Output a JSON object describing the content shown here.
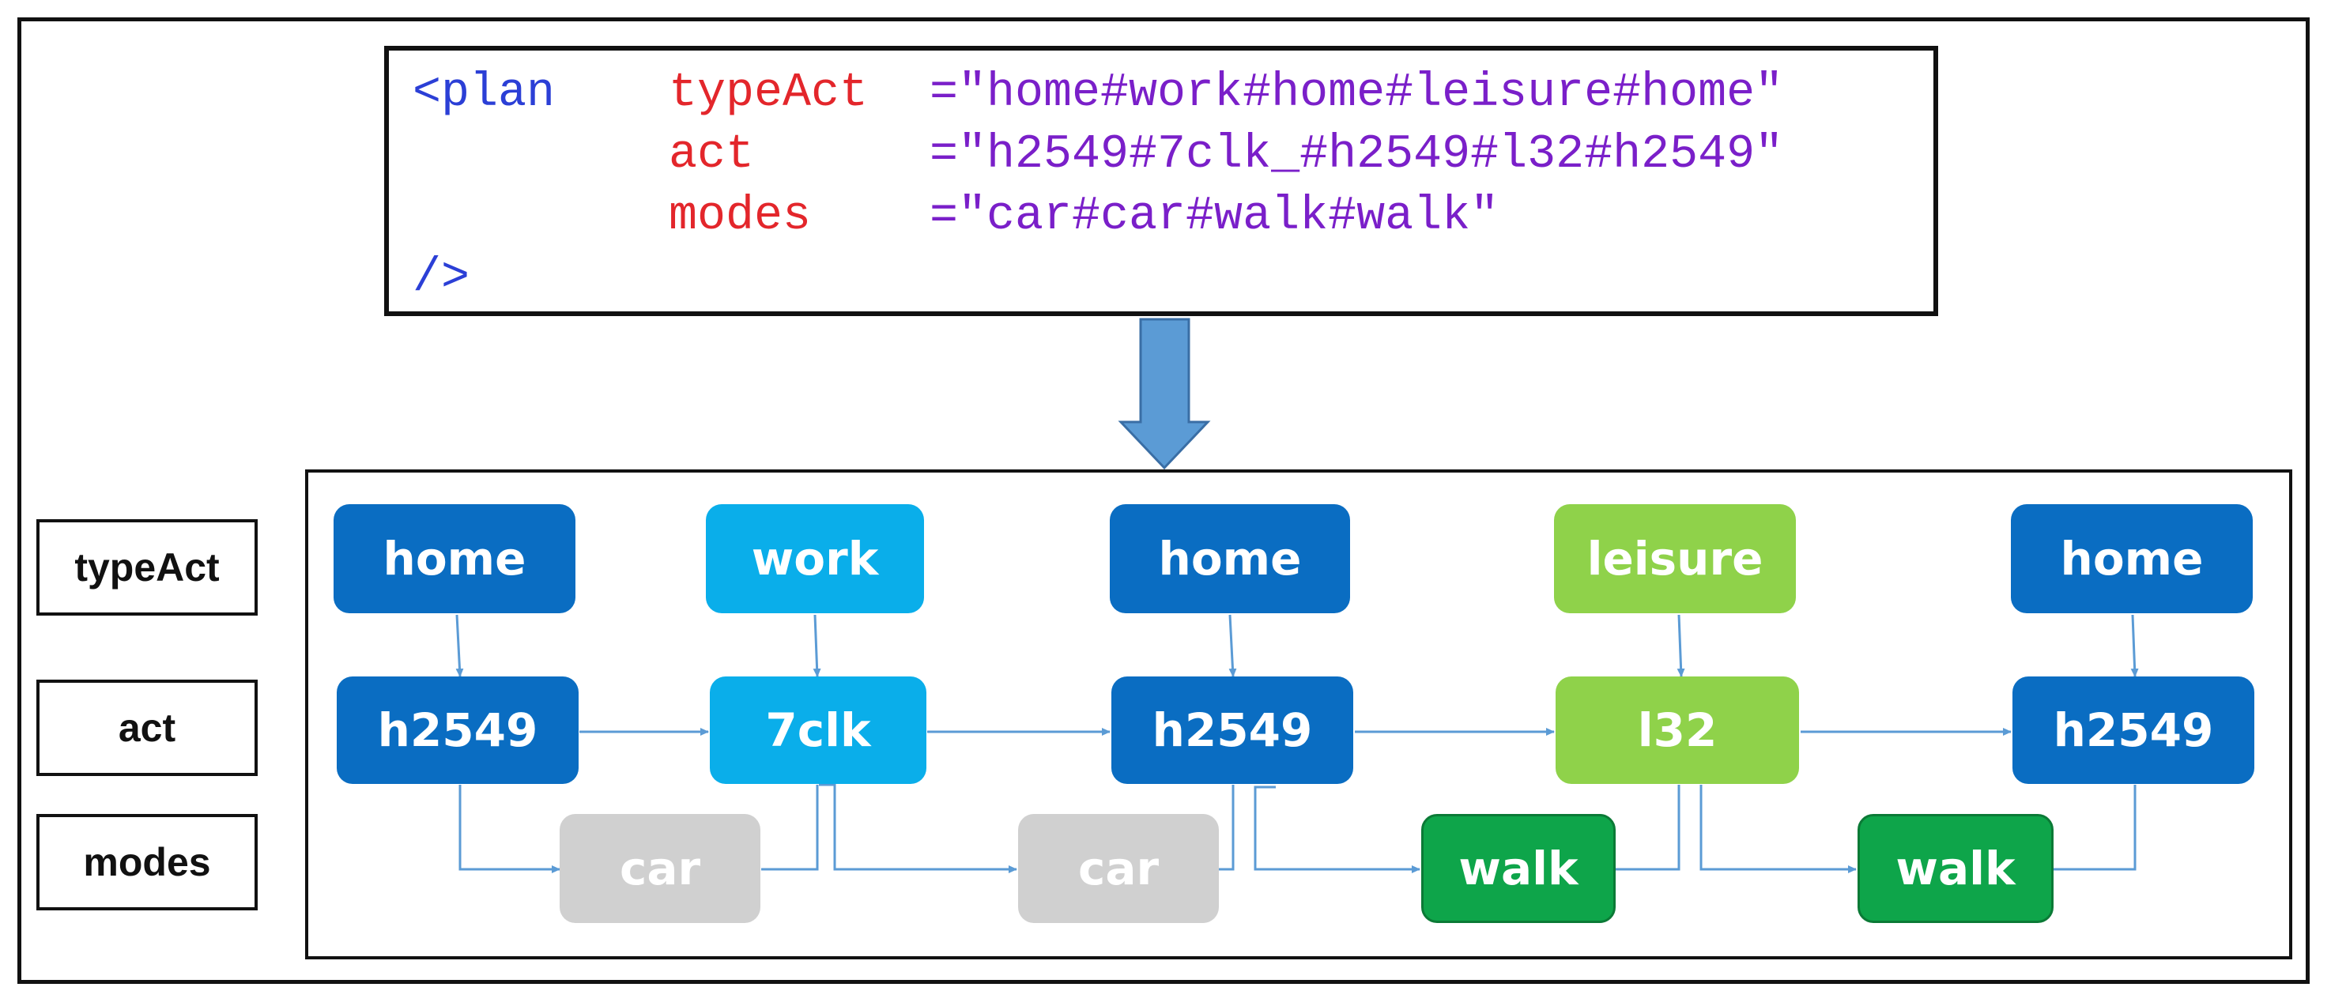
{
  "code": {
    "open_tag": "<plan",
    "close_tag": "/>",
    "lines": [
      {
        "attr": "typeAct",
        "value": "=\"home#work#home#leisure#home\""
      },
      {
        "attr": "act",
        "value": "=\"h2549#7clk_#h2549#l32#h2549\""
      },
      {
        "attr": "modes",
        "value": "=\"car#car#walk#walk\""
      }
    ]
  },
  "row_labels": [
    "typeAct",
    "act",
    "modes"
  ],
  "typeAct_nodes": [
    "home",
    "work",
    "home",
    "leisure",
    "home"
  ],
  "act_nodes": [
    "h2549",
    "7clk",
    "h2549",
    "l32",
    "h2549"
  ],
  "mode_nodes": [
    "car",
    "car",
    "walk",
    "walk"
  ],
  "colors": {
    "dark_blue": "#0a6dc2",
    "light_blue": "#0aaeea",
    "light_green": "#8fd24a",
    "green": "#0ea54a",
    "gray": "#d0d0d0",
    "arrow": "#5b9bd5",
    "code_tag": "#2b3fd6",
    "code_attr": "#e3262b",
    "code_value": "#7a1fc9"
  }
}
